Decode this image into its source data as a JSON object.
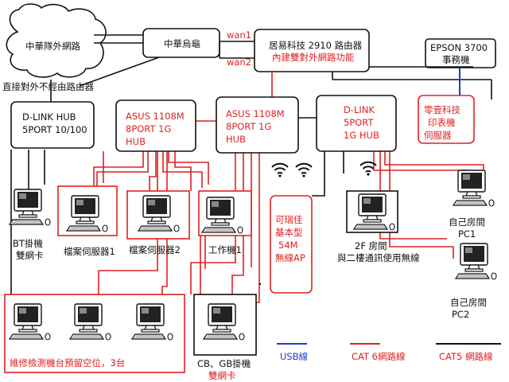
{
  "nodes": {
    "cloud_label": "中華隊外網路",
    "modem_label": "中華烏龜",
    "router_line1": "居易科技 2910 路由器",
    "router_line2": "內建雙對外網路功能",
    "printer_line1": "EPSON 3700",
    "printer_line2": "事務機",
    "print_server_lines": [
      "零壹科技",
      "印表機",
      "伺服器"
    ],
    "dlink_hub1_lines": [
      "D-LINK HUB",
      "5PORT 10/100"
    ],
    "asus_hub1_lines": [
      "ASUS 1108M",
      "8PORT 1G",
      "HUB"
    ],
    "asus_hub2_lines": [
      "ASUS 1108M",
      "8PORT 1G",
      "HUB"
    ],
    "dlink_hub2_lines": [
      "D-LINK",
      "5PORT",
      "1G HUB"
    ],
    "ap_lines": [
      "可瑞佳",
      "基本型",
      "54M",
      "無線AP"
    ]
  },
  "links": {
    "wan1": "wan1",
    "wan2": "wan2",
    "bypass": "直接對外不經由路由器"
  },
  "computers": {
    "bt_pc_lines": [
      "BT掛機",
      "雙網卡"
    ],
    "file_server1": "檔案伺服器1",
    "file_server2": "檔案伺服器2",
    "workstation1": "工作機1",
    "floor2_lines": [
      "2F 房間",
      "與二樓通訊使用無線"
    ],
    "own_room_pc1_lines": [
      "自己房間",
      "PC1"
    ],
    "own_room_pc2_lines": [
      "自己房間",
      "PC2"
    ],
    "repair_reserved": "維修檢測機台預留空位，3台",
    "cbgb_lines": [
      "CB、GB掛機",
      "雙網卡"
    ]
  },
  "legend": {
    "usb": "USB線",
    "cat6": "CAT 6網路線",
    "cat5": "CAT5 網路線"
  },
  "colors": {
    "usb": "#1f3ad6",
    "cat6": "#e02020",
    "cat5": "#111111"
  }
}
